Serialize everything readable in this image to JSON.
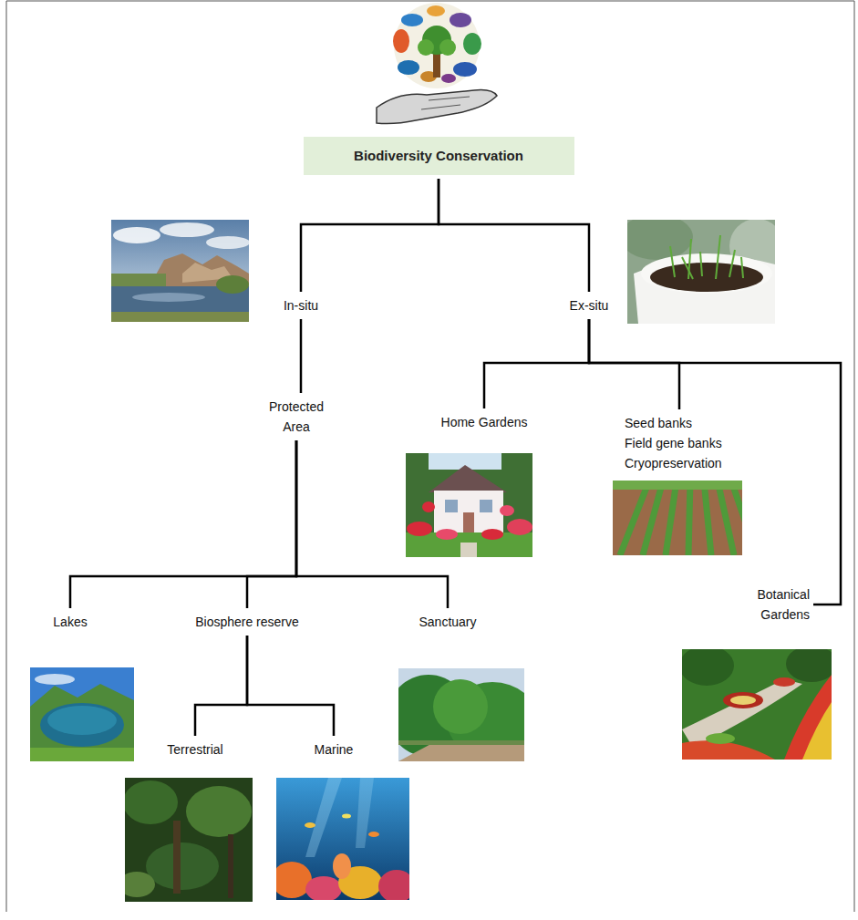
{
  "diagram": {
    "nodes": [
      {
        "text": [
          "Biodiversity Conservation"
        ]
      },
      {
        "text": [
          "In-situ"
        ]
      },
      {
        "text": [
          "Ex-situ"
        ]
      },
      {
        "text": [
          "Protected Area"
        ]
      },
      {
        "text": [
          "Home Gardens"
        ]
      },
      {
        "text": [
          "Seed banks",
          "Field gene banks",
          "Cryopreservation"
        ]
      },
      {
        "text": [
          "Botanical Gardens"
        ]
      },
      {
        "text": [
          "Lakes"
        ]
      },
      {
        "text": [
          "Biosphere reserve"
        ]
      },
      {
        "text": [
          "Sanctuary"
        ]
      },
      {
        "text": [
          "Terrestrial"
        ]
      },
      {
        "text": [
          "Marine"
        ]
      }
    ],
    "edges": [
      {
        "from": 0,
        "to": 1,
        "arrow": "none"
      },
      {
        "from": 0,
        "to": 2,
        "arrow": "none"
      },
      {
        "from": 1,
        "to": 3,
        "arrow": "none"
      },
      {
        "from": 2,
        "to": 4,
        "arrow": "none"
      },
      {
        "from": 2,
        "to": 5,
        "arrow": "none"
      },
      {
        "from": 2,
        "to": 6,
        "arrow": "none"
      },
      {
        "from": 3,
        "to": 7,
        "arrow": "none"
      },
      {
        "from": 3,
        "to": 8,
        "arrow": "none"
      },
      {
        "from": 3,
        "to": 9,
        "arrow": "none"
      },
      {
        "from": 8,
        "to": 10,
        "arrow": "none"
      },
      {
        "from": 8,
        "to": 11,
        "arrow": "none"
      }
    ]
  }
}
